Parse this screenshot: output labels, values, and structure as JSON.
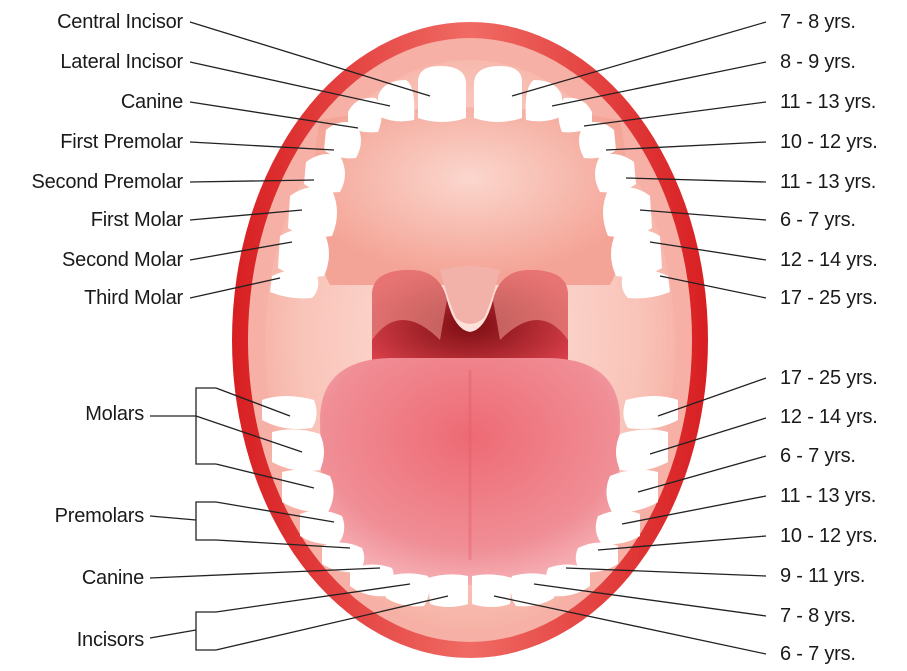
{
  "upper_teeth": {
    "left_labels": [
      "Central Incisor",
      "Lateral Incisor",
      "Canine",
      "First Premolar",
      "Second Premolar",
      "First Molar",
      "Second Molar",
      "Third Molar"
    ],
    "right_ages": [
      "7 - 8  yrs.",
      "8 - 9  yrs.",
      "11 - 13  yrs.",
      "10 - 12  yrs.",
      "11 - 13  yrs.",
      "6 - 7  yrs.",
      "12 - 14  yrs.",
      "17 - 25  yrs."
    ]
  },
  "lower_teeth": {
    "group_labels": [
      "Molars",
      "Premolars",
      "Canine",
      "Incisors"
    ],
    "right_ages": [
      "17 - 25  yrs.",
      "12 - 14  yrs.",
      "6 - 7  yrs.",
      "11 - 13  yrs.",
      "10 - 12  yrs.",
      "9 - 11  yrs.",
      "7 - 8  yrs.",
      "6 - 7  yrs."
    ]
  },
  "colors": {
    "lip": "#e53c3c",
    "palate": "#f7b7ac",
    "throat": "#a91f22",
    "tongue": "#e9737a",
    "tooth": "#ffffff",
    "line": "#222222"
  }
}
